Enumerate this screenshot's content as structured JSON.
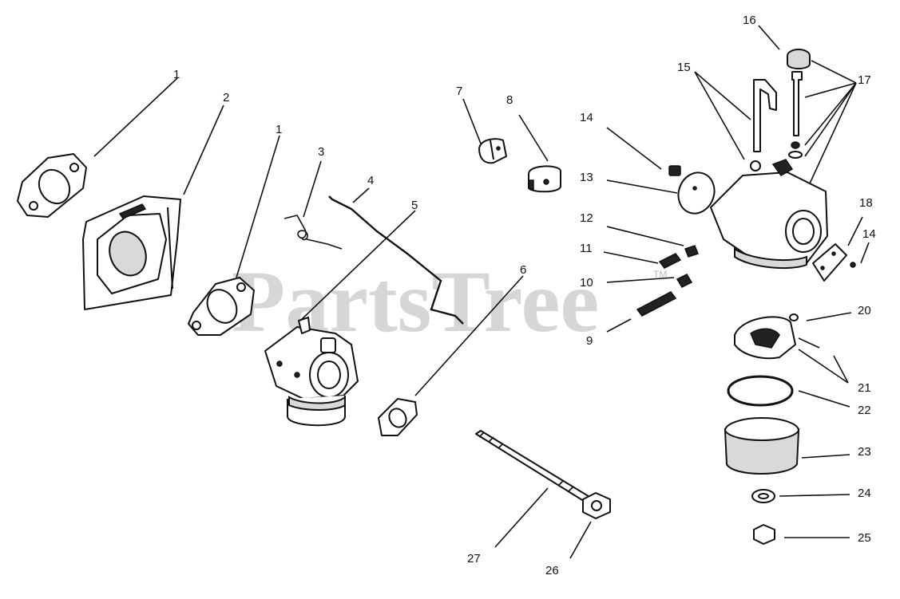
{
  "watermark": {
    "text": "PartsTree",
    "mark": "TM"
  },
  "callouts": [
    "1",
    "2",
    "1",
    "3",
    "4",
    "5",
    "6",
    "7",
    "8",
    "14",
    "13",
    "12",
    "11",
    "10",
    "9",
    "15",
    "16",
    "17",
    "18",
    "14",
    "20",
    "21",
    "22",
    "23",
    "24",
    "25",
    "26",
    "27"
  ]
}
